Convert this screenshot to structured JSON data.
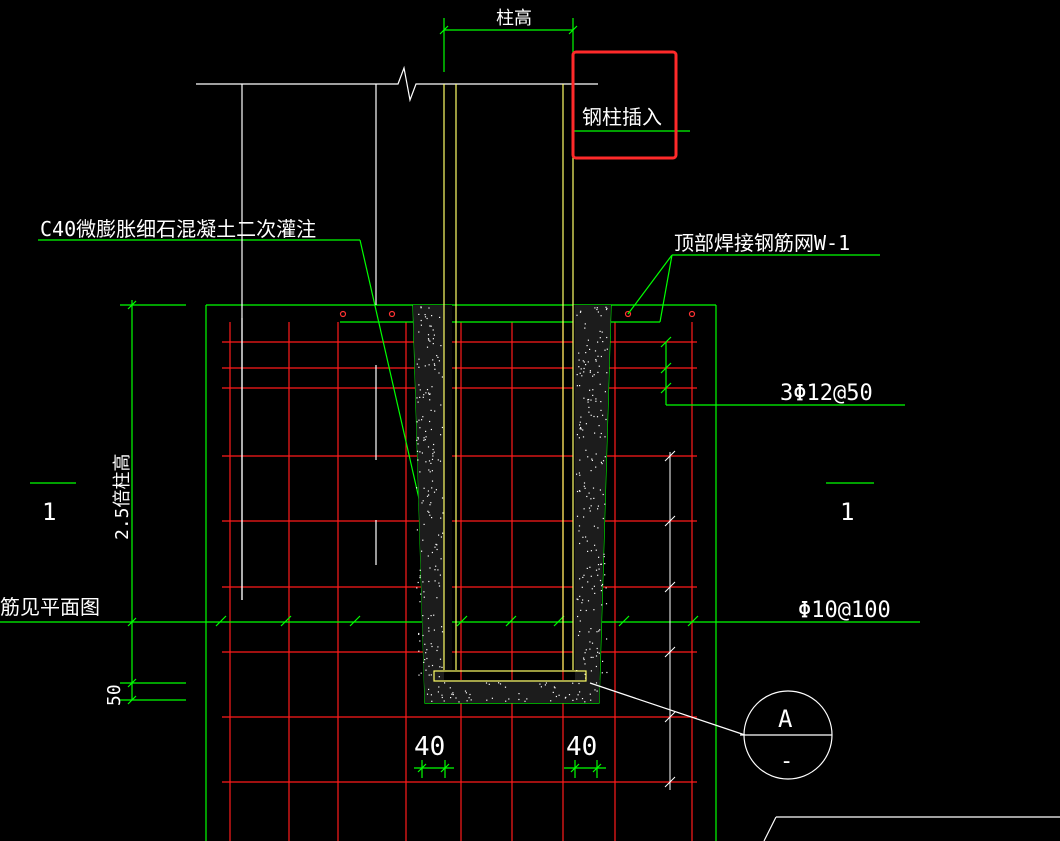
{
  "labels": {
    "column_height_top": "柱高",
    "steel_column_insert": "钢柱插入",
    "grout_note": "C40微膨胀细石混凝土二次灌注",
    "top_mesh_note": "顶部焊接钢筋网W-1",
    "stirrup_top": "3Φ12@50",
    "section_left": "1",
    "section_right": "1",
    "embed_depth": "2.5倍柱高",
    "plan_ref": "筋见平面图",
    "rebar_main": "Φ10@100",
    "dim_50": "50",
    "dim_40_left": "40",
    "dim_40_right": "40",
    "detail_circle_top": "A",
    "detail_circle_bottom": "-"
  },
  "colors": {
    "background": "#000000",
    "line_green": "#00ff00",
    "line_white": "#ffffff",
    "line_red": "#ff0000",
    "line_yellow": "#ffff66",
    "highlight_box": "#ff2a2a"
  }
}
